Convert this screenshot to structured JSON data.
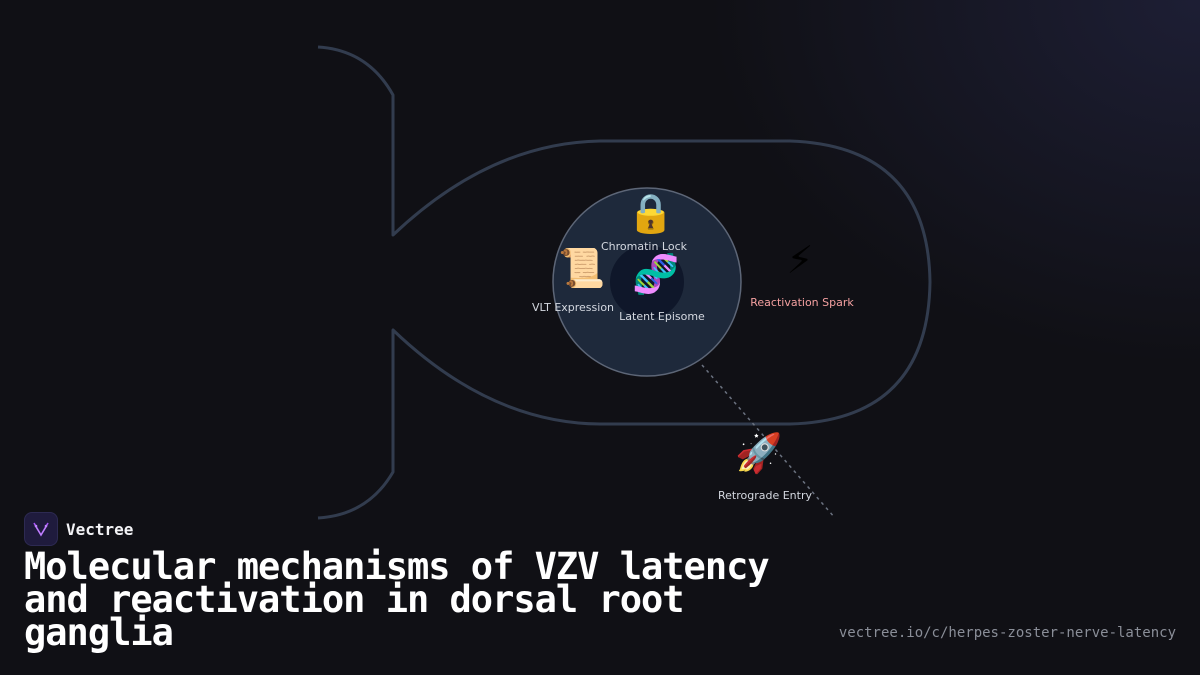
{
  "diagram": {
    "nodes": [
      {
        "id": "chromatin-lock",
        "icon": "lock-icon",
        "glyph": "🔒",
        "label": "Chromatin Lock",
        "color": "#d4d8e0"
      },
      {
        "id": "vlt-expression",
        "icon": "scroll-icon",
        "glyph": "📜",
        "label": "VLT Expression",
        "color": "#d4d8e0"
      },
      {
        "id": "latent-episome",
        "icon": "dna-icon",
        "glyph": "🧬",
        "label": "Latent Episome",
        "color": "#d4d8e0"
      },
      {
        "id": "reactivation-spark",
        "icon": "lightning-icon",
        "glyph": "⚡",
        "label": "Reactivation Spark",
        "color": "#f4a0a0"
      },
      {
        "id": "retrograde-entry",
        "icon": "rocket-icon",
        "glyph": "🚀",
        "label": "Retrograde Entry",
        "color": "#d4d8e0"
      }
    ],
    "colors": {
      "neuron_outline": "#323c4e",
      "nucleus_fill": "#1e293b",
      "nucleus_stroke": "#5d6677",
      "episome_fill": "#0f172a",
      "path_line": "#6b7280"
    }
  },
  "brand": {
    "name": "Vectree",
    "logo_icon": "vectree-logo-icon",
    "accent": "#a855f7"
  },
  "title": "Molecular mechanisms of VZV latency and reactivation in dorsal root ganglia",
  "url": "vectree.io/c/herpes-zoster-nerve-latency"
}
